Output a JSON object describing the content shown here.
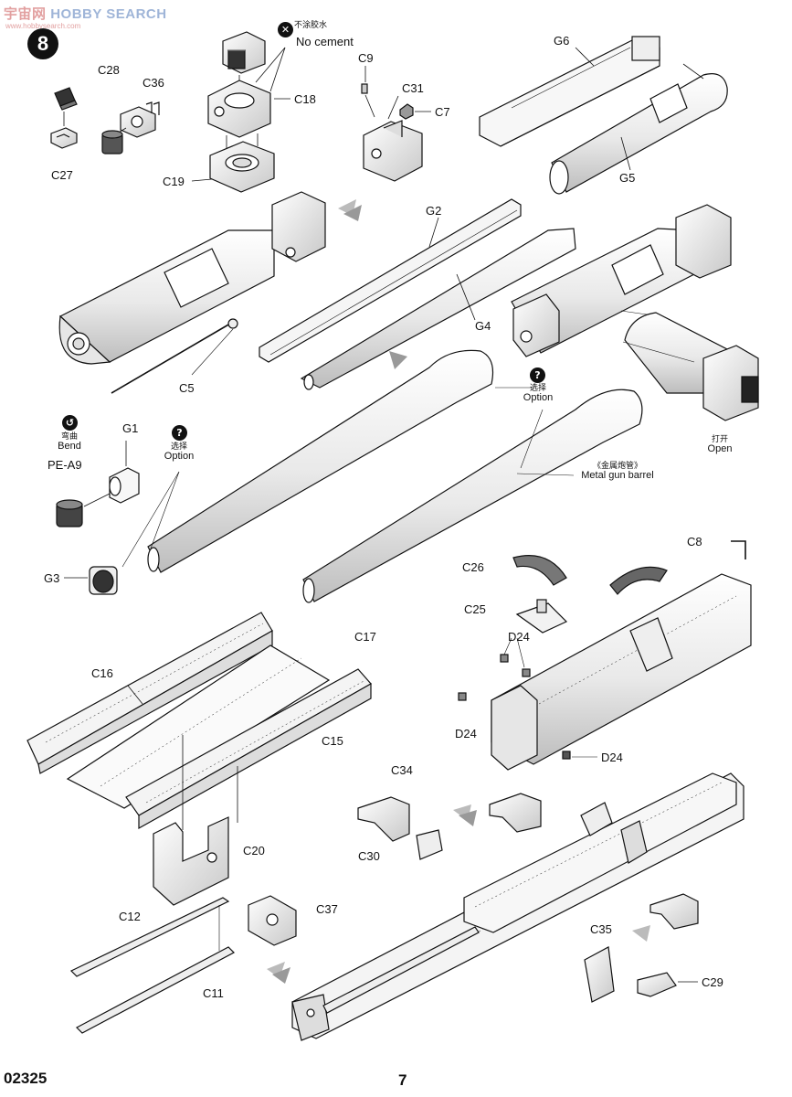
{
  "watermark": {
    "brand": "宇宙网",
    "brand_en": "HOBBY SEARCH",
    "site": "www.hobbysearch.com"
  },
  "step_number": "8",
  "notes": {
    "no_cement_zh": "不涂胶水",
    "no_cement": "No cement",
    "bend_zh": "弯曲",
    "bend": "Bend",
    "option_zh": "选择",
    "option": "Option",
    "metal_barrel_zh": "《金属炮管》",
    "metal_barrel": "Metal gun barrel",
    "open_zh": "打开",
    "open": "Open",
    "question": "?"
  },
  "parts": {
    "C28": "C28",
    "C27": "C27",
    "C36": "C36",
    "C18": "C18",
    "C19": "C19",
    "C9": "C9",
    "C31": "C31",
    "C7": "C7",
    "G6": "G6",
    "G5": "G5",
    "G2": "G2",
    "G4": "G4",
    "C5": "C5",
    "G1": "G1",
    "PE_A9": "PE-A9",
    "G3": "G3",
    "C8": "C8",
    "C26": "C26",
    "C25": "C25",
    "D24": "D24",
    "C16": "C16",
    "C17": "C17",
    "C15": "C15",
    "C20": "C20",
    "C34": "C34",
    "C30": "C30",
    "C12": "C12",
    "C37": "C37",
    "C11": "C11",
    "C35": "C35",
    "C29": "C29"
  },
  "footer": {
    "code": "02325",
    "page": "7"
  }
}
